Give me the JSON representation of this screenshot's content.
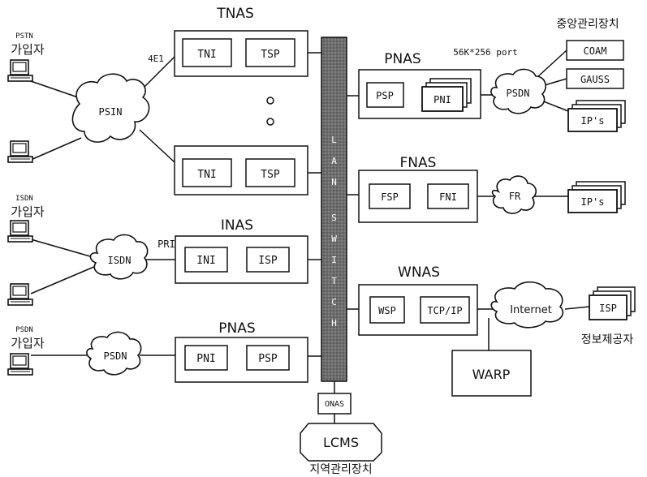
{
  "top_tnas": {
    "title": "TNAS",
    "box1": {
      "a": "TNI",
      "b": "TSP"
    },
    "box2": {
      "a": "TNI",
      "b": "TSP"
    },
    "link": "4E1"
  },
  "inas": {
    "title": "INAS",
    "a": "INI",
    "b": "ISP",
    "link": "PRI"
  },
  "pnas_bottom": {
    "title": "PNAS",
    "a": "PNI",
    "b": "PSP"
  },
  "pnas_right": {
    "title": "PNAS",
    "a": "PSP",
    "b": "PNI",
    "port": "56K*256 port"
  },
  "fnas": {
    "title": "FNAS",
    "a": "FSP",
    "b": "FNI"
  },
  "wnas": {
    "title": "WNAS",
    "a": "WSP",
    "b": "TCP/IP"
  },
  "warp": "WARP",
  "switch": {
    "letters": [
      "L",
      "A",
      "N",
      "S",
      "W",
      "I",
      "T",
      "C",
      "H"
    ]
  },
  "onas": "ONAS",
  "lcms": "LCMS",
  "lcms_caption": "지역관리장치",
  "clouds": {
    "psin": "PSIN",
    "isdn": "ISDN",
    "psdn_left": "PSDN",
    "psdn_right": "PSDN",
    "fr": "FR",
    "internet": "Internet"
  },
  "subscribers": {
    "pstn": {
      "small": "PSTN",
      "big": "가입자"
    },
    "isdn": {
      "small": "ISDN",
      "big": "가입자"
    },
    "psdn": {
      "small": "PSDN",
      "big": "가입자"
    }
  },
  "central": {
    "caption": "중앙관리장치",
    "coam": "COAM",
    "gauss": "GAUSS",
    "ips": "IP's"
  },
  "fr_ips": "IP's",
  "isp": {
    "label": "ISP",
    "caption": "정보제공자"
  }
}
